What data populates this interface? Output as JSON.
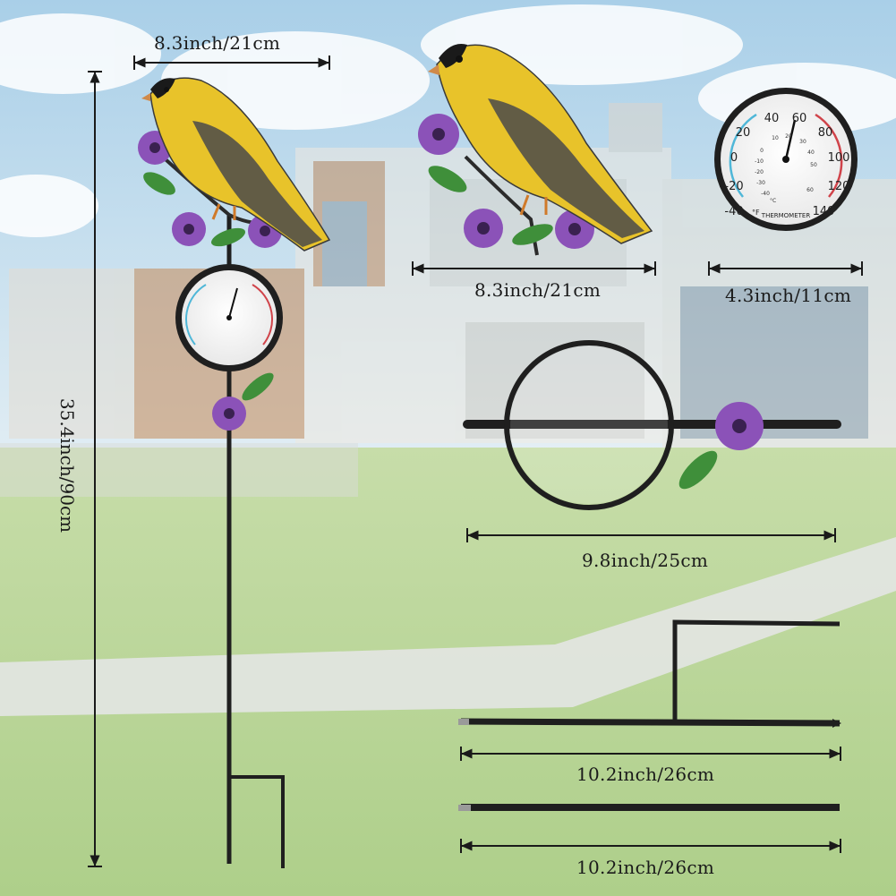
{
  "dimensions": {
    "top_width": "8.3inch/21cm",
    "total_height": "35.4inch/90cm",
    "bird_width": "8.3inch/21cm",
    "thermometer_diameter": "4.3inch/11cm",
    "ring_bracket_width": "9.8inch/25cm",
    "stake_width": "10.2inch/26cm",
    "pole_width": "10.2inch/26cm"
  },
  "thermometer": {
    "label": "THERMOMETER",
    "unit_f": "°F",
    "unit_c": "°C",
    "f_ticks": [
      "-40",
      "-20",
      "0",
      "20",
      "40",
      "60",
      "80",
      "100",
      "120",
      "140"
    ],
    "c_ticks": [
      "-40",
      "-30",
      "-20",
      "-10",
      "0",
      "10",
      "20",
      "30",
      "40",
      "50",
      "60"
    ]
  },
  "colors": {
    "sky": "#bcd9ee",
    "grass": "#b8d49a",
    "bird_yellow": "#e8c32a",
    "flower_purple": "#8b52b8",
    "leaf_green": "#3f8f3a",
    "metal": "#1f1f1f"
  }
}
